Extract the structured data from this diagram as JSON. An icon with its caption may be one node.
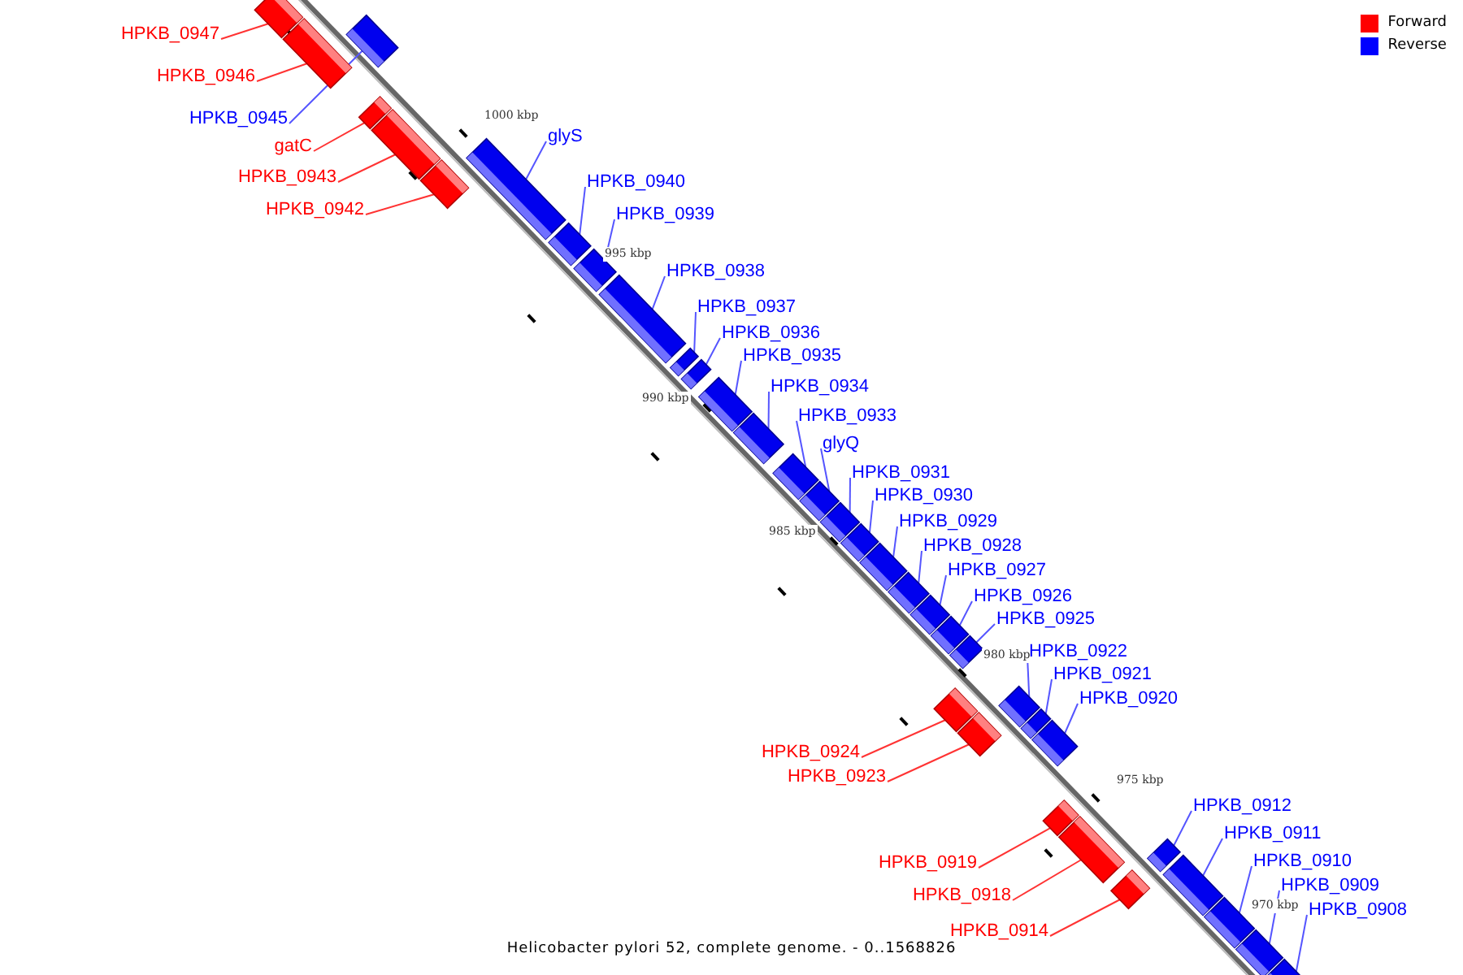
{
  "diagram": {
    "caption": "Helicobacter pylori 52, complete genome. - 0..1568826",
    "nodes": [
      {
        "text": [
          "HPKB_0947"
        ]
      },
      {
        "text": [
          "HPKB_0946"
        ]
      },
      {
        "text": [
          "HPKB_0945"
        ]
      },
      {
        "text": [
          "gatC"
        ]
      },
      {
        "text": [
          "HPKB_0943"
        ]
      },
      {
        "text": [
          "HPKB_0942"
        ]
      },
      {
        "text": [
          "glyS"
        ]
      },
      {
        "text": [
          "HPKB_0940"
        ]
      },
      {
        "text": [
          "HPKB_0939"
        ]
      },
      {
        "text": [
          "HPKB_0938"
        ]
      },
      {
        "text": [
          "HPKB_0937"
        ]
      },
      {
        "text": [
          "HPKB_0936"
        ]
      },
      {
        "text": [
          "HPKB_0935"
        ]
      },
      {
        "text": [
          "HPKB_0934"
        ]
      },
      {
        "text": [
          "HPKB_0933"
        ]
      },
      {
        "text": [
          "glyQ"
        ]
      },
      {
        "text": [
          "HPKB_0931"
        ]
      },
      {
        "text": [
          "HPKB_0930"
        ]
      },
      {
        "text": [
          "HPKB_0929"
        ]
      },
      {
        "text": [
          "HPKB_0928"
        ]
      },
      {
        "text": [
          "HPKB_0927"
        ]
      },
      {
        "text": [
          "HPKB_0926"
        ]
      },
      {
        "text": [
          "HPKB_0925"
        ]
      },
      {
        "text": [
          "HPKB_0922"
        ]
      },
      {
        "text": [
          "HPKB_0921"
        ]
      },
      {
        "text": [
          "HPKB_0920"
        ]
      },
      {
        "text": [
          "HPKB_0924"
        ]
      },
      {
        "text": [
          "HPKB_0923"
        ]
      },
      {
        "text": [
          "HPKB_0912"
        ]
      },
      {
        "text": [
          "HPKB_0911"
        ]
      },
      {
        "text": [
          "HPKB_0910"
        ]
      },
      {
        "text": [
          "HPKB_0909"
        ]
      },
      {
        "text": [
          "HPKB_0908"
        ]
      },
      {
        "text": [
          "HPKB_0919"
        ]
      },
      {
        "text": [
          "HPKB_0918"
        ]
      },
      {
        "text": [
          "HPKB_0914"
        ]
      },
      {
        "text": [],
        "shape": "bar"
      },
      {
        "text": [],
        "shape": "bar"
      },
      {
        "text": [],
        "shape": "bar"
      },
      {
        "text": [],
        "shape": "bar"
      },
      {
        "text": [],
        "shape": "bar"
      },
      {
        "text": [],
        "shape": "bar"
      },
      {
        "text": [],
        "shape": "bar"
      },
      {
        "text": [],
        "shape": "bar"
      },
      {
        "text": [],
        "shape": "bar"
      },
      {
        "text": [],
        "shape": "bar"
      },
      {
        "text": [],
        "shape": "bar"
      },
      {
        "text": [],
        "shape": "bar"
      },
      {
        "text": [],
        "shape": "bar"
      },
      {
        "text": [],
        "shape": "bar"
      },
      {
        "text": [],
        "shape": "bar"
      },
      {
        "text": [],
        "shape": "bar"
      },
      {
        "text": [],
        "shape": "bar"
      },
      {
        "text": [],
        "shape": "bar"
      },
      {
        "text": [],
        "shape": "bar"
      },
      {
        "text": [],
        "shape": "bar"
      },
      {
        "text": [],
        "shape": "bar"
      },
      {
        "text": [],
        "shape": "bar"
      },
      {
        "text": [],
        "shape": "bar"
      },
      {
        "text": [],
        "shape": "bar"
      },
      {
        "text": [],
        "shape": "bar"
      },
      {
        "text": [],
        "shape": "bar"
      },
      {
        "text": [],
        "shape": "bar"
      },
      {
        "text": [],
        "shape": "bar"
      },
      {
        "text": [],
        "shape": "bar"
      },
      {
        "text": [],
        "shape": "bar"
      },
      {
        "text": [],
        "shape": "bar"
      },
      {
        "text": [],
        "shape": "bar"
      },
      {
        "text": [],
        "shape": "bar"
      },
      {
        "text": [],
        "shape": "bar"
      },
      {
        "text": [],
        "shape": "bar"
      },
      {
        "text": [],
        "shape": "bar"
      }
    ],
    "edges": [
      {
        "from": 0,
        "to": 36,
        "arrow": "none",
        "color": "#ff3333"
      },
      {
        "from": 1,
        "to": 37,
        "arrow": "none",
        "color": "#ff3333"
      },
      {
        "from": 2,
        "to": 38,
        "arrow": "none"
      },
      {
        "from": 3,
        "to": 39,
        "arrow": "none",
        "color": "#ff3333"
      },
      {
        "from": 4,
        "to": 40,
        "arrow": "none",
        "color": "#ff3333"
      },
      {
        "from": 5,
        "to": 41,
        "arrow": "none",
        "color": "#ff3333"
      },
      {
        "from": 6,
        "to": 42,
        "arrow": "none"
      },
      {
        "from": 7,
        "to": 43,
        "arrow": "none"
      },
      {
        "from": 8,
        "to": 44,
        "arrow": "none"
      },
      {
        "from": 9,
        "to": 45,
        "arrow": "none"
      },
      {
        "from": 10,
        "to": 46,
        "arrow": "none"
      },
      {
        "from": 11,
        "to": 47,
        "arrow": "none"
      },
      {
        "from": 12,
        "to": 48,
        "arrow": "none"
      },
      {
        "from": 13,
        "to": 49,
        "arrow": "none"
      },
      {
        "from": 14,
        "to": 50,
        "arrow": "none"
      },
      {
        "from": 15,
        "to": 51,
        "arrow": "none"
      },
      {
        "from": 16,
        "to": 52,
        "arrow": "none"
      },
      {
        "from": 17,
        "to": 53,
        "arrow": "none"
      },
      {
        "from": 18,
        "to": 54,
        "arrow": "none"
      },
      {
        "from": 19,
        "to": 55,
        "arrow": "none"
      },
      {
        "from": 20,
        "to": 56,
        "arrow": "none"
      },
      {
        "from": 21,
        "to": 57,
        "arrow": "none"
      },
      {
        "from": 22,
        "to": 58,
        "arrow": "none"
      },
      {
        "from": 23,
        "to": 61,
        "arrow": "none"
      },
      {
        "from": 24,
        "to": 62,
        "arrow": "none"
      },
      {
        "from": 25,
        "to": 63,
        "arrow": "none"
      },
      {
        "from": 26,
        "to": 59,
        "arrow": "none",
        "color": "#ff3333"
      },
      {
        "from": 27,
        "to": 60,
        "arrow": "none",
        "color": "#ff3333"
      },
      {
        "from": 28,
        "to": 67,
        "arrow": "none"
      },
      {
        "from": 29,
        "to": 68,
        "arrow": "none"
      },
      {
        "from": 30,
        "to": 69,
        "arrow": "none"
      },
      {
        "from": 31,
        "to": 70,
        "arrow": "none"
      },
      {
        "from": 32,
        "to": 71,
        "arrow": "none"
      },
      {
        "from": 33,
        "to": 64,
        "arrow": "none",
        "color": "#ff3333"
      },
      {
        "from": 34,
        "to": 65,
        "arrow": "none",
        "color": "#ff3333"
      },
      {
        "from": 35,
        "to": 66,
        "arrow": "none",
        "color": "#ff3333"
      }
    ],
    "labels": [
      "1000 kbp",
      "995 kbp",
      "990 kbp",
      "985 kbp",
      "980 kbp",
      "975 kbp",
      "970 kbp"
    ],
    "legend": [
      {
        "text": "Forward",
        "color": "#ff0000"
      },
      {
        "text": "Reverse",
        "color": "#0000ff"
      }
    ]
  }
}
